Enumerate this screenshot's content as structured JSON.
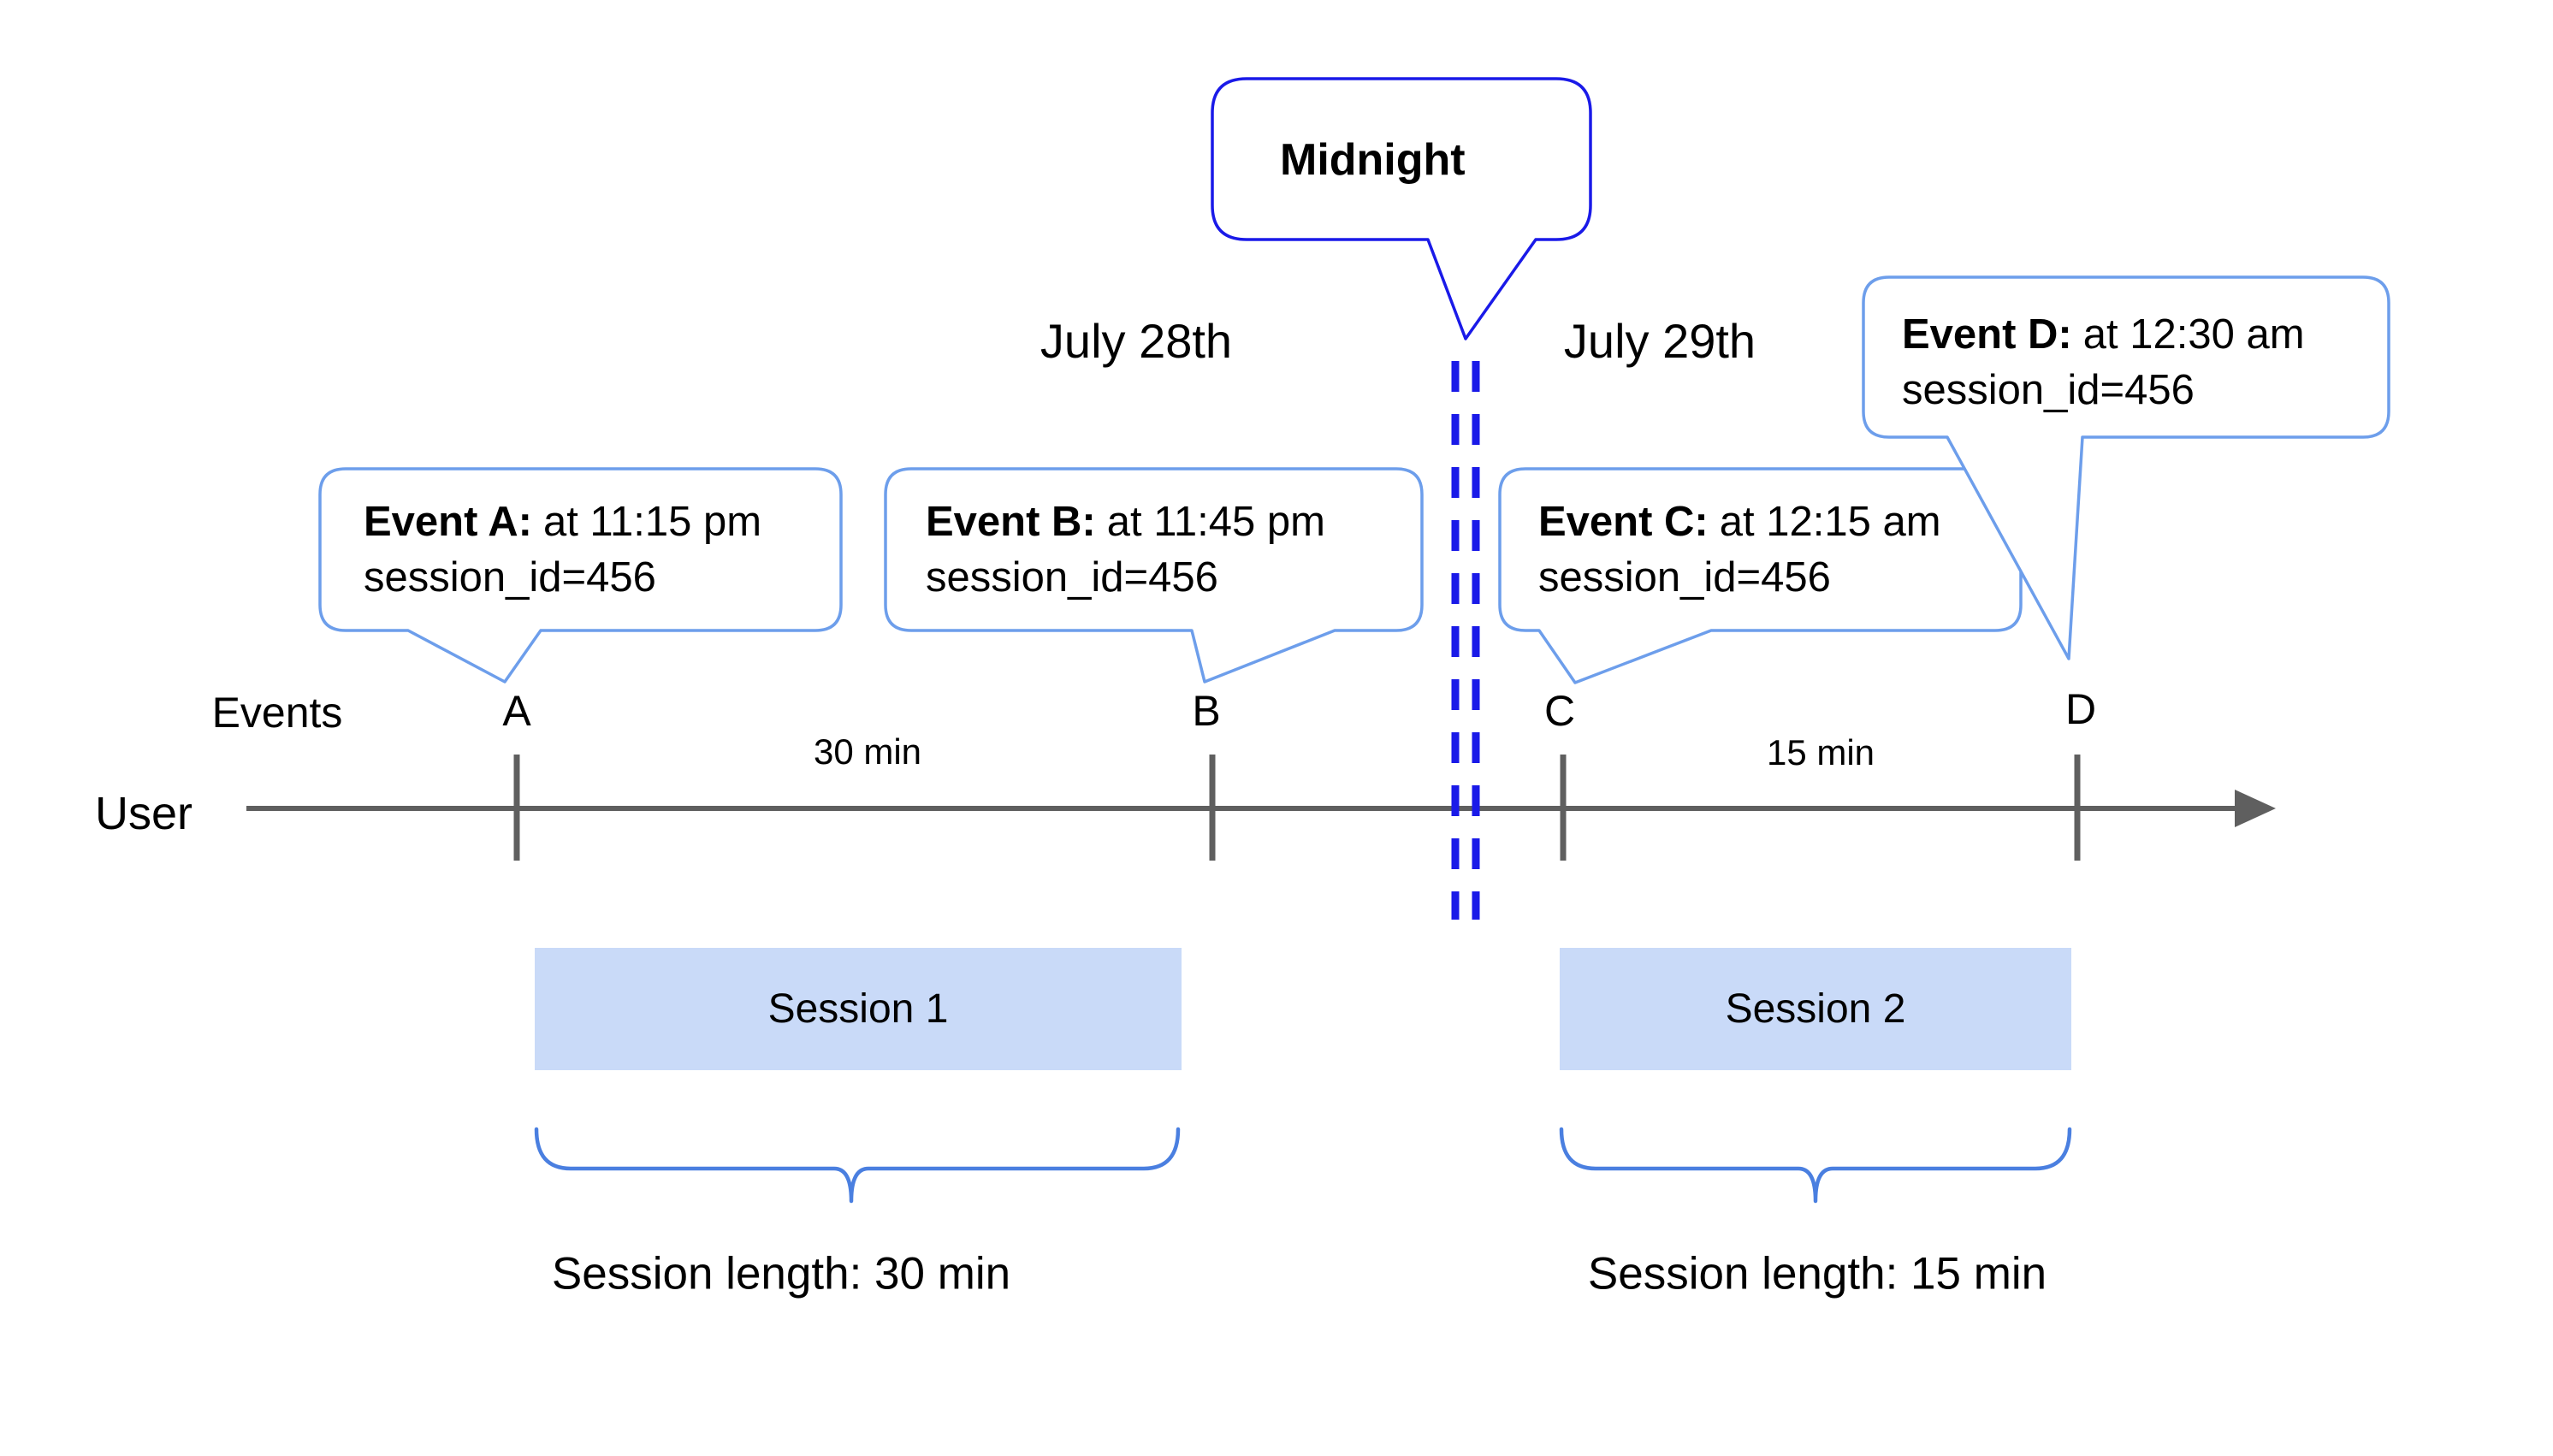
{
  "palette": {
    "axis-gray": "#5f5f5f",
    "callout-blue": "#6d9eeb",
    "strong-blue": "#1a1ae8",
    "brace-blue": "#4a7fe0",
    "session-fill": "#c9daf8",
    "text-ink": "#000000",
    "canvas-bg": "#ffffff"
  },
  "midnight": {
    "label": "Midnight"
  },
  "dates": {
    "left": "July 28th",
    "right": "July 29th"
  },
  "axis": {
    "events_label": "Events",
    "user_label": "User"
  },
  "events": [
    {
      "label": "A",
      "callout_bold": "Event A:",
      "callout_rest": "at 11:15 pm",
      "callout_line2": "session_id=456"
    },
    {
      "label": "B",
      "callout_bold": "Event B:",
      "callout_rest": "at 11:45 pm",
      "callout_line2": "session_id=456"
    },
    {
      "label": "C",
      "callout_bold": "Event C:",
      "callout_rest": "at 12:15 am",
      "callout_line2": "session_id=456"
    },
    {
      "label": "D",
      "callout_bold": "Event D:",
      "callout_rest": "at 12:30 am",
      "callout_line2": "session_id=456"
    }
  ],
  "intervals": [
    {
      "label": "30 min"
    },
    {
      "label": "15 min"
    }
  ],
  "sessions": [
    {
      "label": "Session 1",
      "length_label": "Session length: 30 min"
    },
    {
      "label": "Session 2",
      "length_label": "Session length: 15 min"
    }
  ]
}
